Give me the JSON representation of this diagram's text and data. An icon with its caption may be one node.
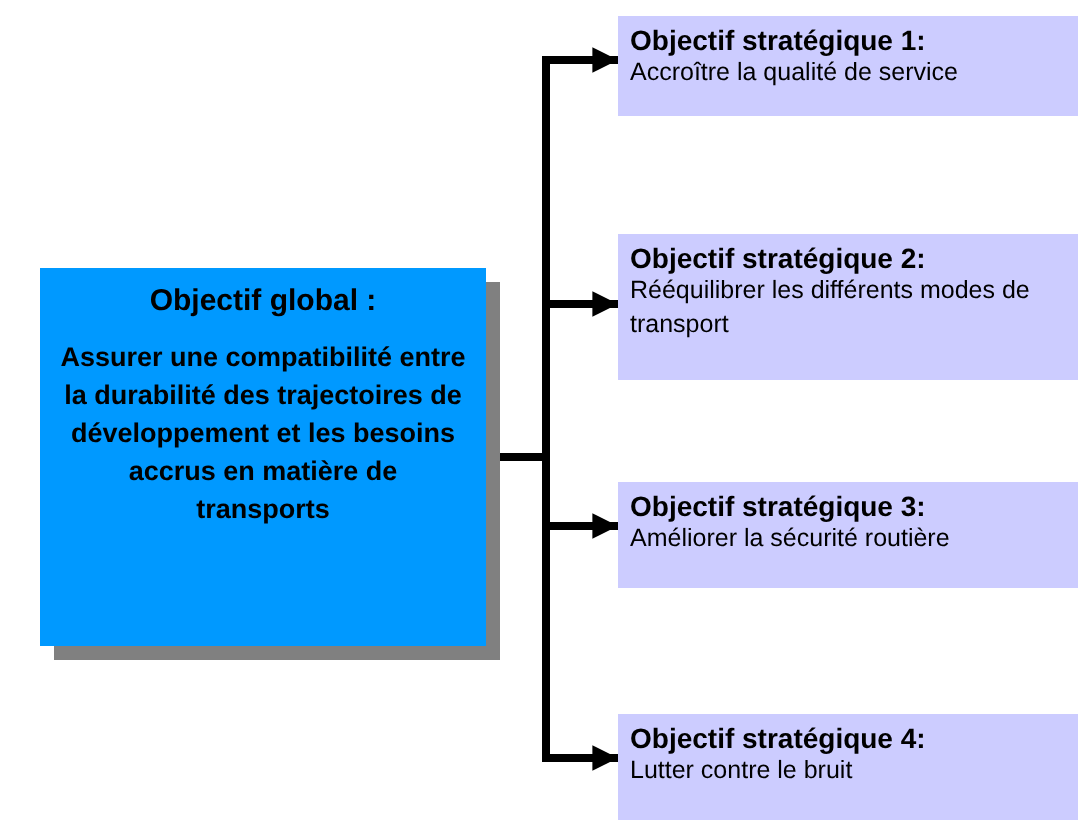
{
  "diagram": {
    "nodes": [
      {
        "text": [
          "Objectif global :",
          "Assurer une compatibilité entre la durabilité des trajectoires de développement et les besoins accrus en matière de transports"
        ]
      },
      {
        "text": [
          "Objectif stratégique 1:",
          "Accroître la qualité de service"
        ]
      },
      {
        "text": [
          "Objectif stratégique 2:",
          "Rééquilibrer les différents modes de transport"
        ]
      },
      {
        "text": [
          "Objectif stratégique 3:",
          "Améliorer la sécurité routière"
        ]
      },
      {
        "text": [
          "Objectif stratégique 4:",
          "Lutter contre le bruit"
        ]
      }
    ],
    "edges": [
      {
        "from": 0,
        "to": 1,
        "arrow": "to"
      },
      {
        "from": 0,
        "to": 2,
        "arrow": "to"
      },
      {
        "from": 0,
        "to": 3,
        "arrow": "to"
      },
      {
        "from": 0,
        "to": 4,
        "arrow": "to"
      }
    ]
  }
}
